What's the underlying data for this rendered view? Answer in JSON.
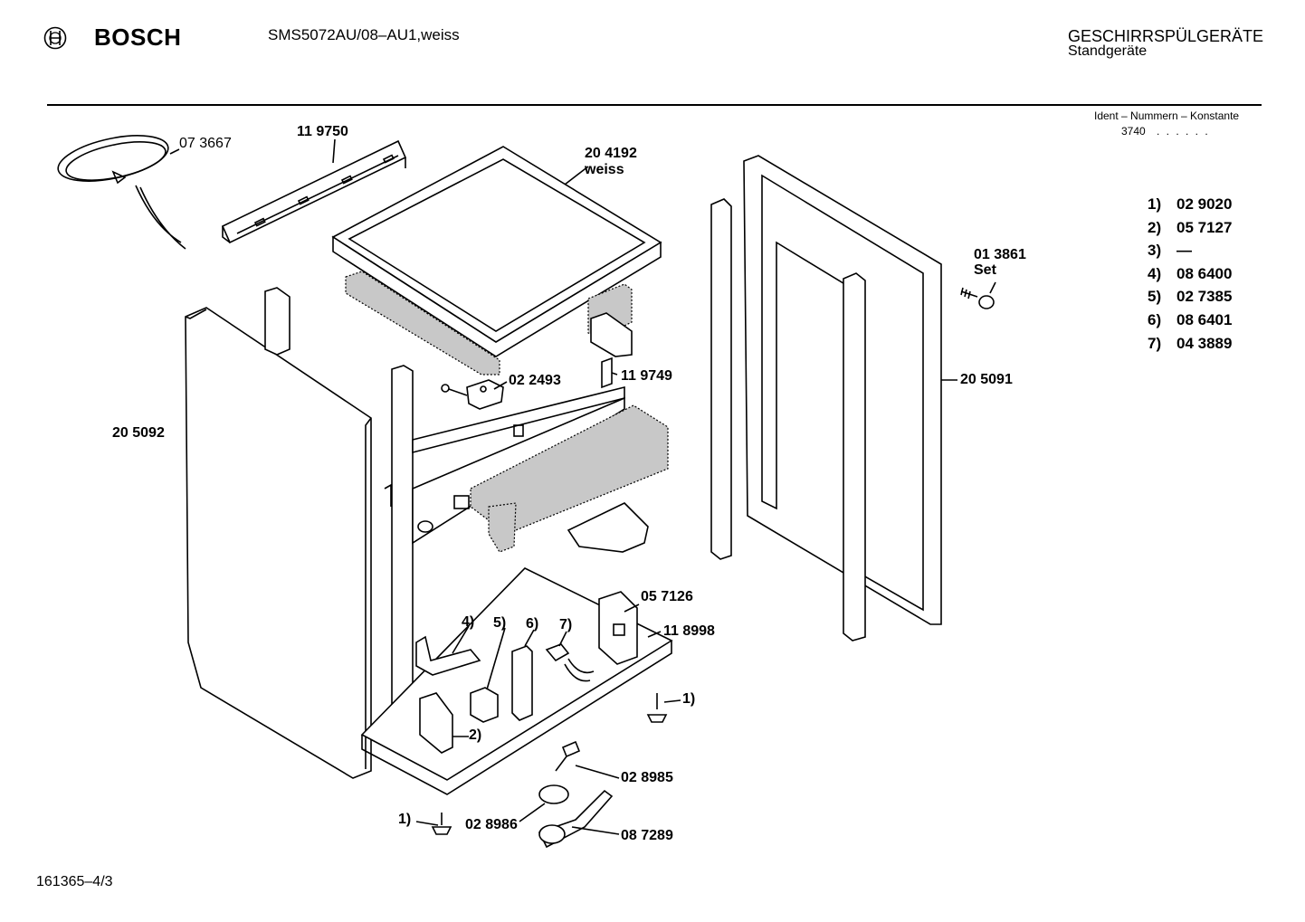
{
  "header": {
    "brand": "BOSCH",
    "model": "SMS5072AU/08–AU1,weiss",
    "category_line1": "GESCHIRRSPÜLGERÄTE",
    "category_line2": "Standgeräte"
  },
  "ident": {
    "label": "Ident – Nummern – Konstante",
    "value": "3740",
    "dots": ". . . . . ."
  },
  "variants": [
    {
      "key": "1)",
      "value": "02 9020"
    },
    {
      "key": "2)",
      "value": "05 7127"
    },
    {
      "key": "3)",
      "value": "—"
    },
    {
      "key": "4)",
      "value": "08 6400"
    },
    {
      "key": "5)",
      "value": "02 7385"
    },
    {
      "key": "6)",
      "value": "08 6401"
    },
    {
      "key": "7)",
      "value": "04 3889"
    }
  ],
  "parts": {
    "cable": "07 3667",
    "rail": "11 9750",
    "top_panel": "20 4192",
    "top_panel_color": "weiss",
    "screw_set": "01 3861",
    "screw_set_note": "Set",
    "clip": "02 2493",
    "bracket": "11 9749",
    "side_left": "20 5092",
    "side_right": "20 5091",
    "holder": "05 7126",
    "base": "11 8998",
    "foot_right": "1)",
    "part_4": "4)",
    "part_5": "5)",
    "part_6": "6)",
    "part_7": "7)",
    "part_2": "2)",
    "switch": "02 8985",
    "cap": "02 8986",
    "foot_left": "1)",
    "lever": "08 7289"
  },
  "footer": {
    "drawing_number": "161365–4/3"
  }
}
